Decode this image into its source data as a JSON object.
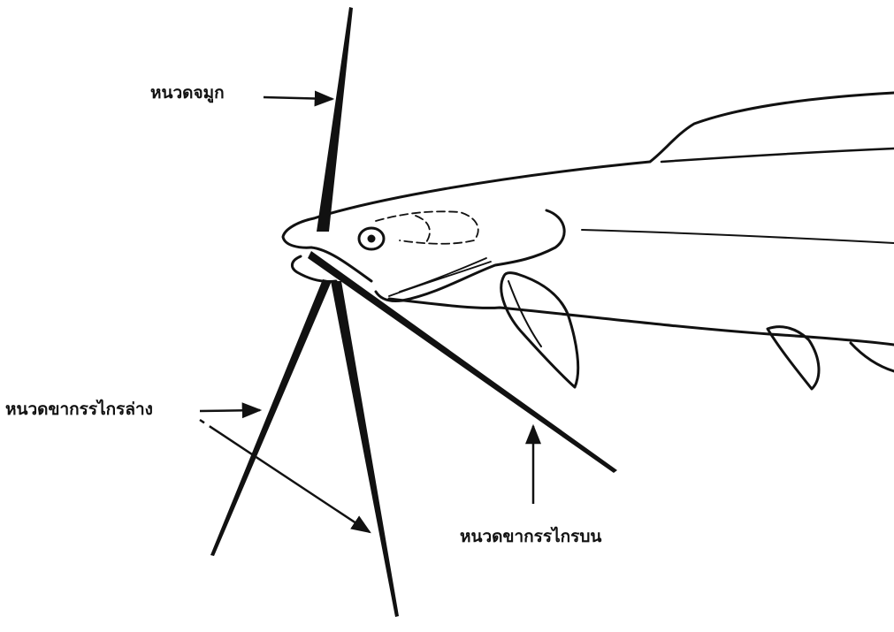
{
  "labels": {
    "nasal_barbel": "หนวดจมูก",
    "lower_jaw_barbel": "หนวดขากรรไกรล่าง",
    "upper_jaw_barbel": "หนวดขากรรไกรบน"
  },
  "colors": {
    "ink": "#111111",
    "background": "#ffffff"
  }
}
